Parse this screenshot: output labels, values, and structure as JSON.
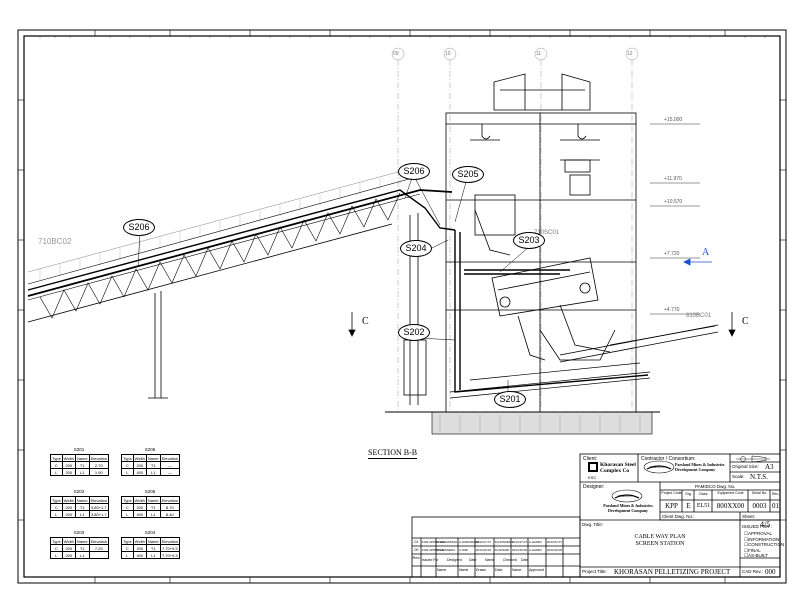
{
  "drawing": {
    "section_title": "SECTION B-B",
    "section_markers": {
      "left": "C",
      "right": "C",
      "view": "A"
    },
    "grid_axes": [
      "09",
      "10",
      "11",
      "12"
    ],
    "conveyor_tags": {
      "left": "710BC02",
      "middle": "710SC01",
      "right": "810BC01"
    },
    "elevations": [
      "+15.000",
      "+11.970",
      "+10.570",
      "+7.720",
      "+4.770"
    ],
    "callouts": {
      "s206_top": "S206",
      "s206_left": "S206",
      "s205": "S205",
      "s204": "S204",
      "s203": "S203",
      "s202": "S202",
      "s201": "S201"
    }
  },
  "legend_tables": [
    {
      "title": "S201",
      "headers": [
        "Type",
        "Width",
        "Name",
        "Elevation"
      ],
      "rows": [
        [
          "C",
          "200",
          "T1",
          "2.70"
        ],
        [
          "L",
          "200",
          "L1",
          "1.90"
        ]
      ]
    },
    {
      "title": "S206",
      "headers": [
        "Type",
        "Width",
        "Name",
        "Elevation"
      ],
      "rows": [
        [
          "C",
          "200",
          "T1",
          "—"
        ],
        [
          "L",
          "400",
          "L1",
          "—"
        ]
      ]
    },
    {
      "title": "S202",
      "headers": [
        "Type",
        "Width",
        "Name",
        "Elevation"
      ],
      "rows": [
        [
          "C",
          "200",
          "T1",
          "3.80+1.7"
        ],
        [
          "L",
          "200",
          "L1",
          "3.80+1.7"
        ]
      ]
    },
    {
      "title": "S205",
      "headers": [
        "Type",
        "Width",
        "Name",
        "Elevation"
      ],
      "rows": [
        [
          "C",
          "200",
          "T1",
          "8.70"
        ],
        [
          "L",
          "400",
          "L1",
          "8.40"
        ]
      ]
    },
    {
      "title": "S203",
      "headers": [
        "Type",
        "Width",
        "Name",
        "Elevation"
      ],
      "rows": [
        [
          "C",
          "200",
          "T1",
          "7.20"
        ],
        [
          "L",
          "200",
          "L1",
          ""
        ]
      ]
    },
    {
      "title": "S204",
      "headers": [
        "Type",
        "Width",
        "Name",
        "Elevation"
      ],
      "rows": [
        [
          "C",
          "200",
          "T1",
          "7.70+9.3"
        ],
        [
          "L",
          "400",
          "L1",
          "7.70+9.3"
        ]
      ]
    }
  ],
  "title_block": {
    "client_label": "Client:",
    "client_name": "Khorasan Steel Complex Co",
    "client_logo": "KSC",
    "contractor_label": "Contractor / Consortium:",
    "contractor_name": "Parsland Mines & Industries Development Company",
    "contractor_logo": "PAMIDCO",
    "original_size_label": "Original Size:",
    "original_size": "A3",
    "scale_label": "Scale:",
    "scale": "N.T.S.",
    "dwg_no_label": "PAMIDCO Dwg. No.",
    "designer_label": "Designer:",
    "designer_logo": "PAMIDCO",
    "designer_name": "Parsland Mines & Industries Development Company",
    "code_headers": [
      "Project Code",
      "Org.",
      "Class.",
      "Equipment Code",
      "Serial No.",
      "Rev."
    ],
    "code_values": [
      "KPP",
      "E",
      "EL51",
      "800XX00",
      "0003",
      "01"
    ],
    "client_dwg_label": "Client Dwg. No.:",
    "sheet_label": "Sheet:",
    "sheet_value": "4/5",
    "dwg_title_label": "Dwg. Title:",
    "dwg_title_line1": "CABLE WAY PLAN",
    "dwg_title_line2": "SCREEN STATION",
    "project_title_label": "Project Title:",
    "project_title": "KHORASAN PELLETIZING PROJECT",
    "cad_rev_label": "CAD Rev.:",
    "cad_rev": "000",
    "issued_for_label": "ISSUED FOR :",
    "issued_options": [
      "APPROVAL",
      "INFORMATION",
      "CONSTRUCTION",
      "FINAL",
      "AS-BUILT"
    ],
    "rev_label": "Rev.",
    "rev_columns": [
      "Issued For",
      "Name",
      "Designed",
      "Name",
      "Drawn",
      "Date",
      "Name",
      "Checked",
      "Date",
      "Name",
      "Approved",
      "Date"
    ],
    "rev_rows": [
      {
        "rev": "01",
        "cells": [
          "FOR APPROVAL",
          "A.HARANDIZA",
          "A.HARANDIZA",
          "2013.07.07",
          "M.HOSSEINI",
          "2013.07.07",
          "A.HAMID",
          "2013.07.07"
        ]
      },
      {
        "rev": "00",
        "cells": [
          "FOR APPROVAL",
          "M.HOSSEINI",
          "A.NIRI",
          "2013.06.06",
          "M.AFSARI",
          "2013.06.06",
          "A.HAMID",
          "2013.06.06"
        ]
      }
    ],
    "rev_footer": [
      "Issued For",
      "Name",
      "Designed",
      "Name",
      "Date",
      "Drawn",
      "Name",
      "Date",
      "Checked",
      "Name",
      "Date",
      "Approved"
    ]
  }
}
